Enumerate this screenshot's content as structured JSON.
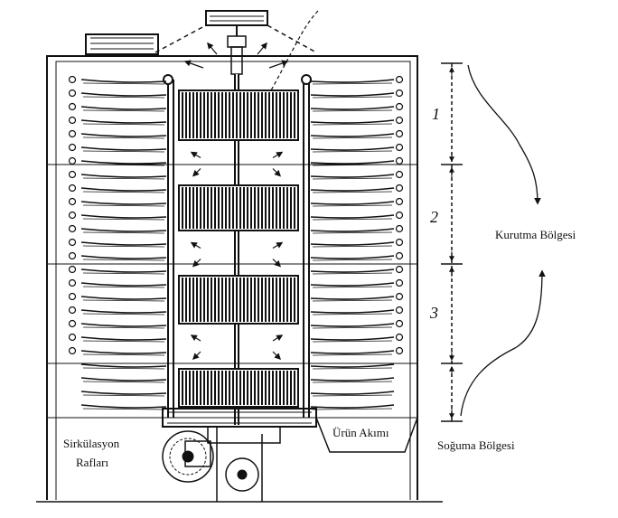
{
  "diagram": {
    "labels": {
      "drying_zone": "Kurutma Bölgesi",
      "cooling_zone": "Soğuma Bölgesi",
      "circulation_line1": "Sirkülasyon",
      "circulation_line2": "Rafları",
      "product_flow": "Ürün  Akımı"
    },
    "zone_numbers": [
      "1",
      "2",
      "3"
    ]
  }
}
